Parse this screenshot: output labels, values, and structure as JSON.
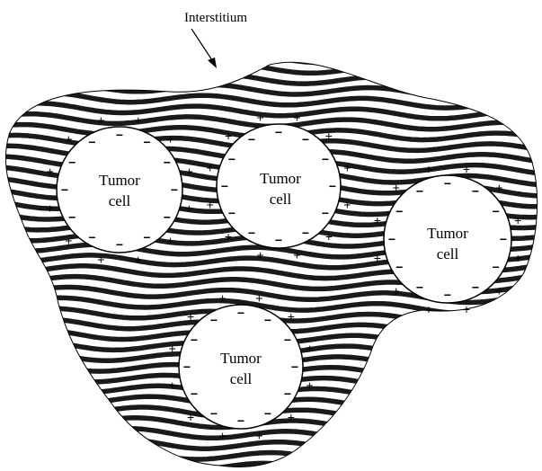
{
  "diagram": {
    "interstitium_label": "Interstitium",
    "cell_lines": [
      [
        "Tumor",
        "cell"
      ],
      [
        "Tumor",
        "cell"
      ],
      [
        "Tumor",
        "cell"
      ],
      [
        "Tumor",
        "cell"
      ]
    ],
    "negative_symbol": "−",
    "positive_symbol": "+",
    "colors": {
      "stripe": "#1a1a1a",
      "cell_fill": "#ffffff",
      "outline": "#000000"
    }
  }
}
